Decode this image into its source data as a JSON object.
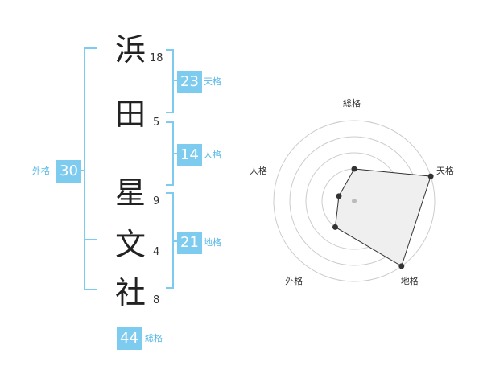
{
  "name_chars": [
    {
      "char": "浜",
      "strokes": "18"
    },
    {
      "char": "田",
      "strokes": "5"
    },
    {
      "char": "星",
      "strokes": "9"
    },
    {
      "char": "文",
      "strokes": "4"
    },
    {
      "char": "社",
      "strokes": "8"
    }
  ],
  "kaku": {
    "tenkaku": {
      "value": "23",
      "label": "天格"
    },
    "jinkaku": {
      "value": "14",
      "label": "人格"
    },
    "chikaku": {
      "value": "21",
      "label": "地格"
    },
    "gaikaku": {
      "value": "30",
      "label": "外格"
    },
    "soukaku": {
      "value": "44",
      "label": "総格"
    }
  },
  "chart_data": {
    "type": "radar",
    "axes": [
      "総格",
      "天格",
      "地格",
      "外格",
      "人格"
    ],
    "values": [
      2,
      5,
      5,
      2,
      1
    ],
    "max": 5,
    "grid": "circular"
  },
  "colors": {
    "accent": "#7ecbf0",
    "bracket": "#7ecbf0",
    "radar_fill": "#efefef",
    "radar_stroke": "#333333"
  }
}
